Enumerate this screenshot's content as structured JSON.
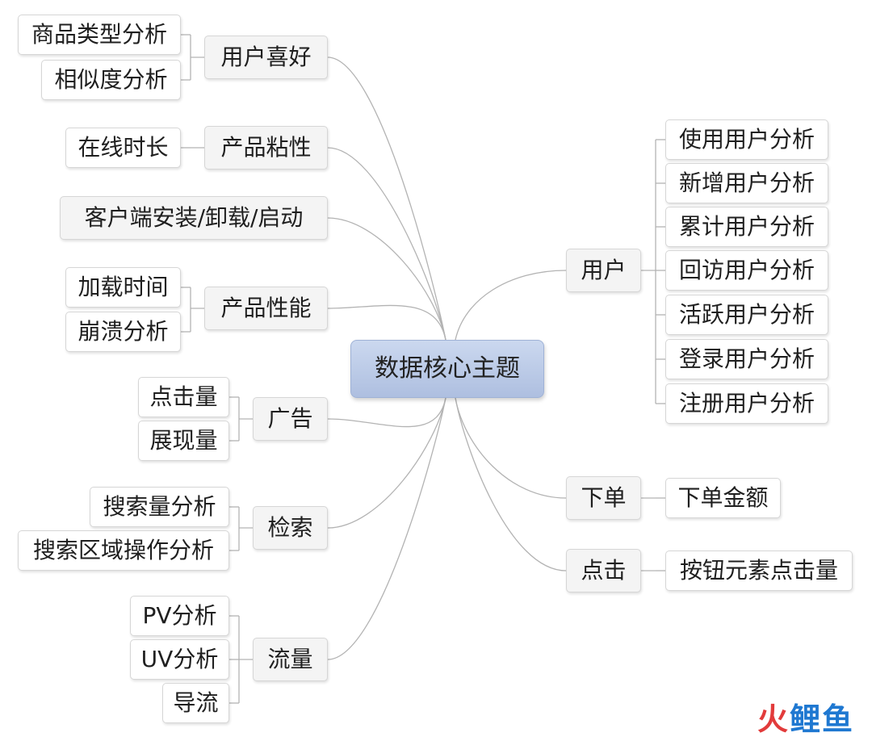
{
  "root": "数据核心主题",
  "left_branches": [
    {
      "label": "用户喜好",
      "children": [
        "商品类型分析",
        "相似度分析"
      ]
    },
    {
      "label": "产品粘性",
      "children": [
        "在线时长"
      ]
    },
    {
      "label": "客户端安装/卸载/启动",
      "children": []
    },
    {
      "label": "产品性能",
      "children": [
        "加载时间",
        "崩溃分析"
      ]
    },
    {
      "label": "广告",
      "children": [
        "点击量",
        "展现量"
      ]
    },
    {
      "label": "检索",
      "children": [
        "搜索量分析",
        "搜索区域操作分析"
      ]
    },
    {
      "label": "流量",
      "children": [
        "PV分析",
        "UV分析",
        "导流"
      ]
    }
  ],
  "right_branches": [
    {
      "label": "用户",
      "children": [
        "使用用户分析",
        "新增用户分析",
        "累计用户分析",
        "回访用户分析",
        "活跃用户分析",
        "登录用户分析",
        "注册用户分析"
      ]
    },
    {
      "label": "下单",
      "children": [
        "下单金额"
      ]
    },
    {
      "label": "点击",
      "children": [
        "按钮元素点击量"
      ]
    }
  ],
  "watermark": {
    "part1": "火",
    "part2": "鲤鱼"
  }
}
